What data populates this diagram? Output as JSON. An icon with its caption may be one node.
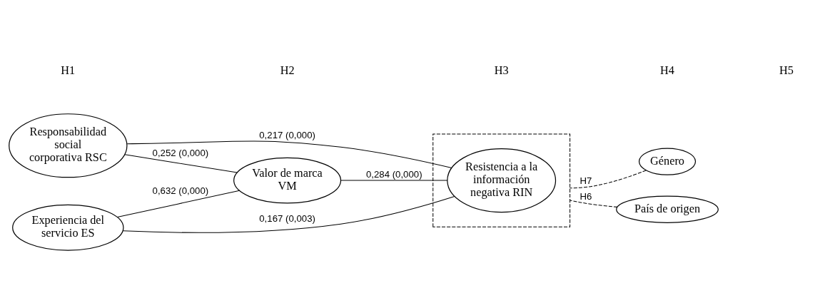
{
  "diagram": {
    "nodes": [
      {
        "text": [
          "Responsabilidad social corporativa RSC"
        ]
      },
      {
        "text": [
          "Experiencia del servicio ES"
        ]
      },
      {
        "text": [
          "Valor de marca VM"
        ]
      },
      {
        "text": [],
        "shape": "box"
      },
      {
        "text": [
          "Resistencia a la información negativa RIN"
        ],
        "in": 3
      },
      {
        "text": [
          "Género"
        ]
      },
      {
        "text": [
          "País de origen"
        ]
      }
    ],
    "edges": [
      {
        "from": 0,
        "to": 2,
        "arrow": "none",
        "label": "0,252 (0,000)"
      },
      {
        "from": 1,
        "to": 2,
        "arrow": "none",
        "label": "0,632 (0,000)"
      },
      {
        "from": 2,
        "to": 4,
        "arrow": "none",
        "label": "0,284 (0,000)"
      },
      {
        "from": 0,
        "to": 4,
        "arrow": "none",
        "label": "0,217 (0,000)"
      },
      {
        "from": 1,
        "to": 4,
        "arrow": "none",
        "label": "0,167 (0,003)"
      },
      {
        "from": 5,
        "to": 3,
        "arrow": "none",
        "style": "dashed",
        "label": "H7"
      },
      {
        "from": 6,
        "to": 3,
        "arrow": "none",
        "style": "dashed",
        "label": "H6"
      }
    ],
    "labels": [
      "H1",
      "H2",
      "H3",
      "H4",
      "H5"
    ]
  }
}
